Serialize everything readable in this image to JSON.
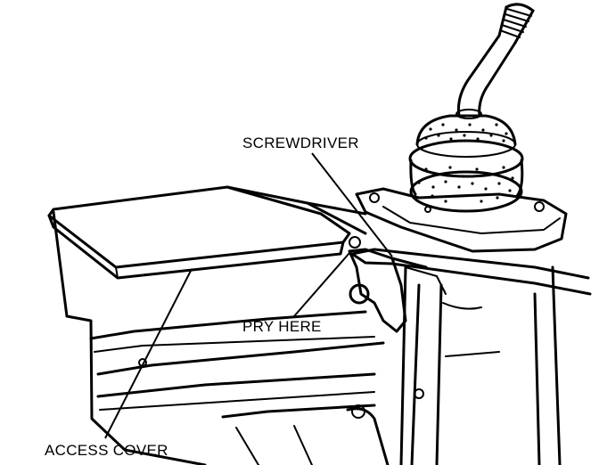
{
  "labels": {
    "screwdriver": "SCREWDRIVER",
    "pry_here": "PRY HERE",
    "access_cover": "ACCESS COVER"
  },
  "colors": {
    "ink": "#000000",
    "paper": "#ffffff"
  }
}
